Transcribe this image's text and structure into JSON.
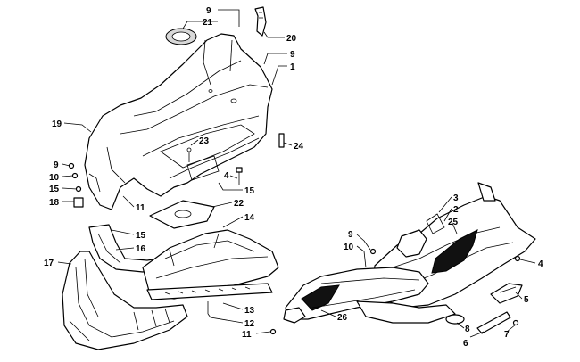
{
  "diagram": {
    "callouts": [
      {
        "id": "c9a",
        "text": "9"
      },
      {
        "id": "c21",
        "text": "21"
      },
      {
        "id": "c20",
        "text": "20"
      },
      {
        "id": "c9b",
        "text": "9"
      },
      {
        "id": "c1",
        "text": "1"
      },
      {
        "id": "c19",
        "text": "19"
      },
      {
        "id": "c23",
        "text": "23"
      },
      {
        "id": "c24",
        "text": "24"
      },
      {
        "id": "c9c",
        "text": "9"
      },
      {
        "id": "c10a",
        "text": "10"
      },
      {
        "id": "c15a",
        "text": "15"
      },
      {
        "id": "c18",
        "text": "18"
      },
      {
        "id": "c4a",
        "text": "4"
      },
      {
        "id": "c15b",
        "text": "15"
      },
      {
        "id": "c11a",
        "text": "11"
      },
      {
        "id": "c22",
        "text": "22"
      },
      {
        "id": "c14",
        "text": "14"
      },
      {
        "id": "c15c",
        "text": "15"
      },
      {
        "id": "c16",
        "text": "16"
      },
      {
        "id": "c17",
        "text": "17"
      },
      {
        "id": "c13",
        "text": "13"
      },
      {
        "id": "c12",
        "text": "12"
      },
      {
        "id": "c11b",
        "text": "11"
      },
      {
        "id": "c3",
        "text": "3"
      },
      {
        "id": "c2",
        "text": "2"
      },
      {
        "id": "c25",
        "text": "25"
      },
      {
        "id": "c9d",
        "text": "9"
      },
      {
        "id": "c10b",
        "text": "10"
      },
      {
        "id": "c4b",
        "text": "4"
      },
      {
        "id": "c26",
        "text": "26"
      },
      {
        "id": "c5",
        "text": "5"
      },
      {
        "id": "c8",
        "text": "8"
      },
      {
        "id": "c6",
        "text": "6"
      },
      {
        "id": "c7",
        "text": "7"
      }
    ]
  }
}
